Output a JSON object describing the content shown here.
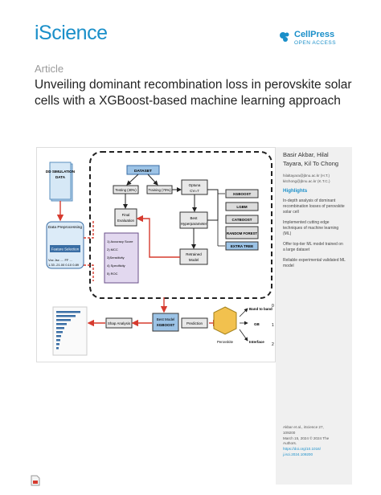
{
  "header": {
    "brand": "iScience",
    "cellpress_name": "CellPress",
    "cellpress_sub": "OPEN ACCESS"
  },
  "article": {
    "type": "Article",
    "title": "Unveiling dominant recombination loss in perovskite solar cells with a XGBoost-based machine learning approach"
  },
  "sidebar": {
    "authors": "Basir Akbar, Hilal Tayara, Kil To Chong",
    "emails": [
      "hilaltayara@jbnu.ac.kr (H.T.)",
      "kitchong@jbnu.ac.kr (K.T.C.)"
    ],
    "highlights_title": "Highlights",
    "highlights": [
      "In-depth analysis of dominant recombination losses of perovskite solar cell",
      "Implemented cutting edge techniques of machine learning (ML)",
      "Offer top-tier ML model trained on a large dataset",
      "Reliable experimental validated ML model"
    ],
    "citation": [
      "Akbar et al., iScience 27,",
      "109200",
      "March 15, 2024 © 2024 The",
      "Authors."
    ],
    "doi": [
      "https://doi.org/10.1016/",
      "j.isci.2024.109200"
    ]
  },
  "figure": {
    "dd_title": "DD SIMULATION",
    "dd_sub": "DATA",
    "data_prep": "Data Preprocessing",
    "feat_sel": "Feature Selection",
    "feat_row1": "Voc     Jsc  ....   FF   ...",
    "feat_row2": "1.33  -21.00  0.10   0.89",
    "dataset": "DATASET",
    "testing": "Testing (30%)",
    "training": "Training (70%)",
    "optuna1": "Optuna",
    "optuna2": "CV=7",
    "final1": "Final",
    "final2": "Evaluation",
    "best_hp1": "Best",
    "best_hp2": "Hyperparameter",
    "retrained1": "Retrained",
    "retrained2": "Model",
    "metrics": [
      "1) Accuracy Score",
      "2) MCC",
      "3)Sensitivity",
      "4) Specificity",
      "5) ROC"
    ],
    "models": [
      "XGBOOST",
      "LGBM",
      "CATBOOST",
      "RANDOM FOREST",
      "EXTRA TREE"
    ],
    "best_model1": "Best Model",
    "best_model2": "XGBOOST",
    "shap": "Shap Analysis",
    "prediction": "Prediction",
    "perovskite": "Perovskite",
    "outputs": [
      "Band to band",
      "GB",
      "Interface"
    ],
    "output_nums": [
      "0",
      "1",
      "2"
    ]
  }
}
